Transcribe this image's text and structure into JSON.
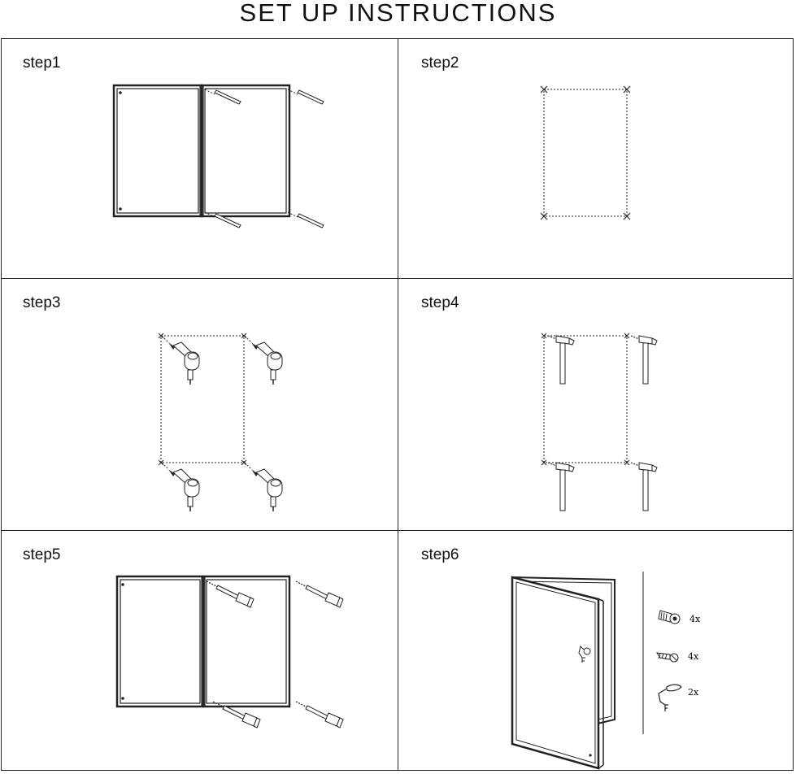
{
  "title": "SET UP INSTRUCTIONS",
  "steps": [
    {
      "label": "step1"
    },
    {
      "label": "step2"
    },
    {
      "label": "step3"
    },
    {
      "label": "step4"
    },
    {
      "label": "step5"
    },
    {
      "label": "step6"
    }
  ],
  "parts": [
    {
      "name": "wall-plug",
      "qty": "4x"
    },
    {
      "name": "screw",
      "qty": "4x"
    },
    {
      "name": "key",
      "qty": "2x"
    }
  ],
  "colors": {
    "line": "#222222",
    "background": "#ffffff"
  }
}
